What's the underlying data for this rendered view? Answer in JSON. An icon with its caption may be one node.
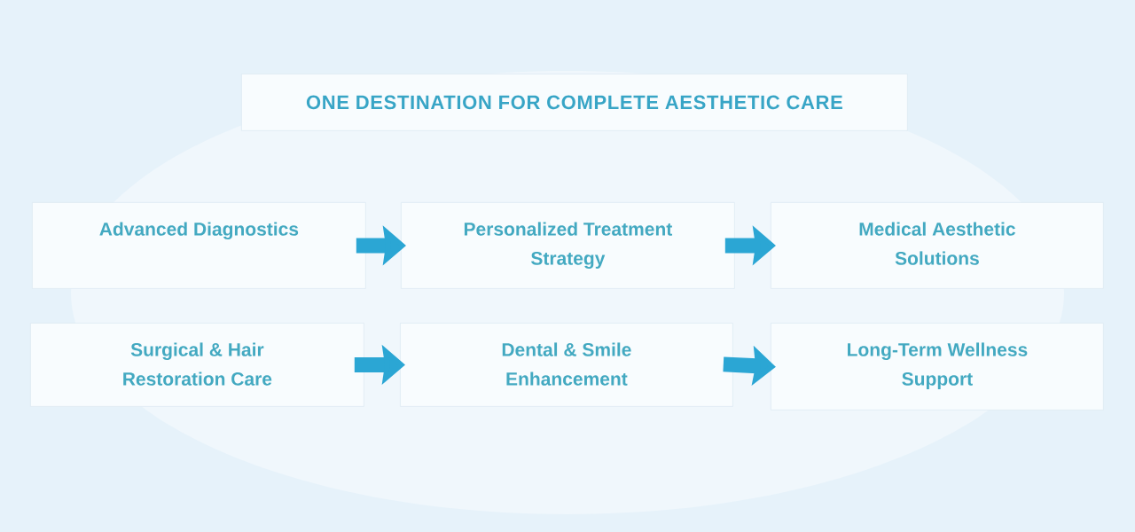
{
  "diagram": {
    "title": "ONE DESTINATION FOR COMPLETE AESTHETIC CARE",
    "nodes": [
      {
        "text": [
          "Advanced Diagnostics"
        ]
      },
      {
        "text": [
          "Personalized Treatment Strategy"
        ]
      },
      {
        "text": [
          "Medical Aesthetic Solutions"
        ]
      },
      {
        "text": [
          "Surgical & Hair Restoration Care"
        ]
      },
      {
        "text": [
          "Dental & Smile Enhancement"
        ]
      },
      {
        "text": [
          "Long-Term Wellness Support"
        ]
      }
    ],
    "edges": [
      {
        "from": 0,
        "to": 1,
        "arrow": "to"
      },
      {
        "from": 1,
        "to": 2,
        "arrow": "to"
      },
      {
        "from": 3,
        "to": 4,
        "arrow": "to"
      },
      {
        "from": 4,
        "to": 5,
        "arrow": "to"
      }
    ]
  }
}
